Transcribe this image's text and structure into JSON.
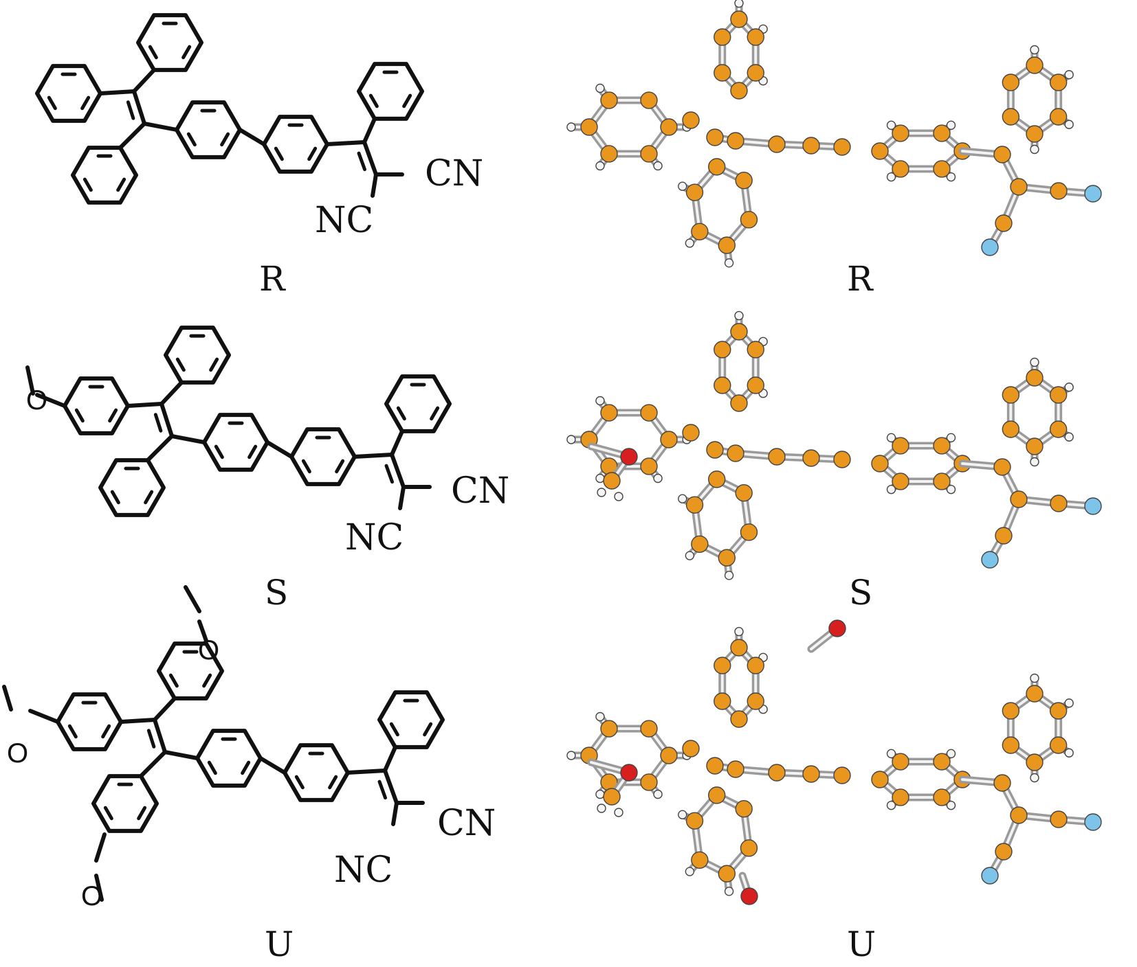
{
  "colors": {
    "carbon": "#e8961e",
    "hydrogen": "#f4f4f4",
    "oxygen": "#d81f1f",
    "nitrogen": "#7ec3ea",
    "bond_line": "#111111"
  },
  "panels": [
    {
      "id": "R",
      "label": "R",
      "structure_labels": {
        "cn_right": "CN",
        "nc_bottom": "NC"
      }
    },
    {
      "id": "S",
      "label": "S",
      "structure_labels": {
        "cn_right": "CN",
        "nc_bottom": "NC",
        "methoxy_o": "O"
      }
    },
    {
      "id": "U",
      "label": "U",
      "structure_labels": {
        "cn_right": "CN",
        "nc_bottom": "NC",
        "methoxy_o_1": "O",
        "methoxy_o_2": "O",
        "methoxy_o_3": "O"
      }
    }
  ],
  "model_labels": [
    "R",
    "S",
    "U"
  ]
}
